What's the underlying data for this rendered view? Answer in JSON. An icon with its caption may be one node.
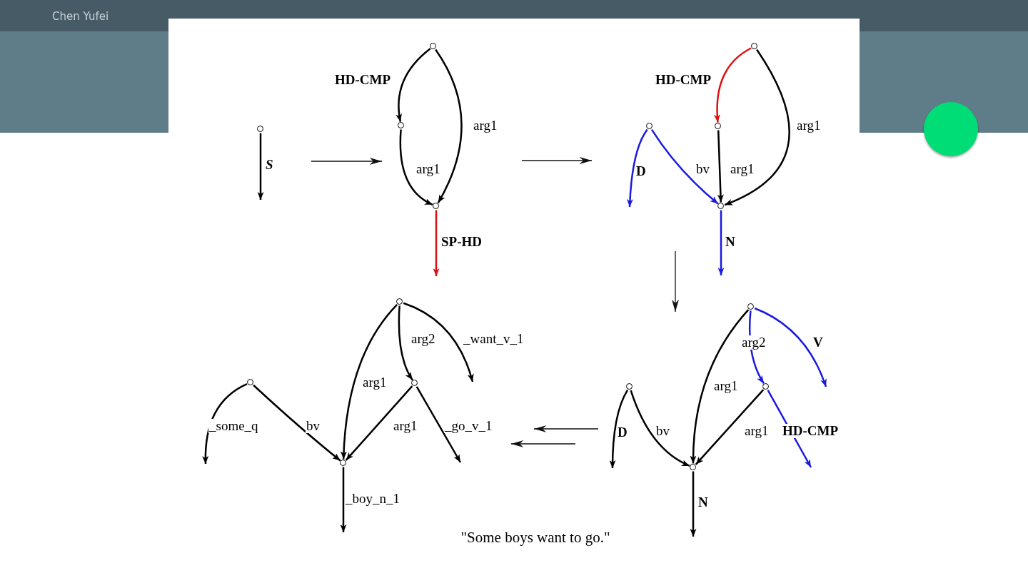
{
  "diagram": {
    "caption": "\"Some boys want to go.\"",
    "nodes": [
      {
        "text": [],
        "shape": "circle"
      },
      {
        "text": [],
        "shape": "circle"
      },
      {
        "text": [],
        "shape": "circle"
      },
      {
        "text": [],
        "shape": "circle"
      },
      {
        "text": [],
        "shape": "circle"
      },
      {
        "text": [],
        "shape": "circle"
      },
      {
        "text": [],
        "shape": "circle"
      },
      {
        "text": [],
        "shape": "circle"
      },
      {
        "text": [],
        "shape": "circle"
      },
      {
        "text": [],
        "shape": "circle"
      },
      {
        "text": [],
        "shape": "circle"
      },
      {
        "text": [],
        "shape": "circle"
      },
      {
        "text": [],
        "shape": "circle"
      },
      {
        "text": [],
        "shape": "circle"
      },
      {
        "text": [],
        "shape": "circle"
      },
      {
        "text": [],
        "shape": "circle"
      },
      {
        "text": [],
        "shape": "circle"
      }
    ],
    "edges": [
      {
        "from": 0,
        "to": null,
        "arrow": "to",
        "label": "S"
      },
      {
        "from": 1,
        "to": 2,
        "arrow": "to",
        "label": "HD-CMP"
      },
      {
        "from": 2,
        "to": 3,
        "arrow": "to",
        "label": "arg1"
      },
      {
        "from": 1,
        "to": 3,
        "arrow": "to",
        "label": "arg1"
      },
      {
        "from": 3,
        "to": null,
        "arrow": "to",
        "label": "SP-HD",
        "color": "#dd1111"
      },
      {
        "from": 4,
        "to": 6,
        "arrow": "to",
        "label": "HD-CMP",
        "color": "#dd1111"
      },
      {
        "from": 4,
        "to": 7,
        "arrow": "to",
        "label": "arg1"
      },
      {
        "from": 6,
        "to": 7,
        "arrow": "to",
        "label": "arg1"
      },
      {
        "from": 5,
        "to": 7,
        "arrow": "to",
        "label": "bv",
        "color": "#1a1adf"
      },
      {
        "from": 5,
        "to": null,
        "arrow": "to",
        "label": "D",
        "color": "#1a1adf"
      },
      {
        "from": 7,
        "to": null,
        "arrow": "to",
        "label": "N",
        "color": "#1a1adf"
      },
      {
        "from": 8,
        "to": 11,
        "arrow": "to",
        "label": "arg1"
      },
      {
        "from": 8,
        "to": 10,
        "arrow": "to",
        "label": "arg2"
      },
      {
        "from": 8,
        "to": null,
        "arrow": "to",
        "label": "_want_v_1"
      },
      {
        "from": 10,
        "to": 11,
        "arrow": "to",
        "label": "arg1"
      },
      {
        "from": 10,
        "to": null,
        "arrow": "to",
        "label": "_go_v_1"
      },
      {
        "from": 9,
        "to": 11,
        "arrow": "to",
        "label": "bv"
      },
      {
        "from": 9,
        "to": null,
        "arrow": "to",
        "label": "_some_q"
      },
      {
        "from": 11,
        "to": null,
        "arrow": "to",
        "label": "_boy_n_1"
      },
      {
        "from": 12,
        "to": 15,
        "arrow": "to",
        "label": "arg1"
      },
      {
        "from": 12,
        "to": 14,
        "arrow": "to",
        "label": "arg2",
        "color": "#1a1adf"
      },
      {
        "from": 12,
        "to": null,
        "arrow": "to",
        "label": "V",
        "color": "#1a1adf"
      },
      {
        "from": 14,
        "to": 15,
        "arrow": "to",
        "label": "arg1"
      },
      {
        "from": 14,
        "to": null,
        "arrow": "to",
        "label": "HD-CMP",
        "color": "#1a1adf"
      },
      {
        "from": 13,
        "to": 15,
        "arrow": "to",
        "label": "bv"
      },
      {
        "from": 13,
        "to": null,
        "arrow": "to",
        "label": "D"
      },
      {
        "from": 15,
        "to": null,
        "arrow": "to",
        "label": "N"
      }
    ],
    "labels": [
      "Chen Yufei"
    ]
  }
}
